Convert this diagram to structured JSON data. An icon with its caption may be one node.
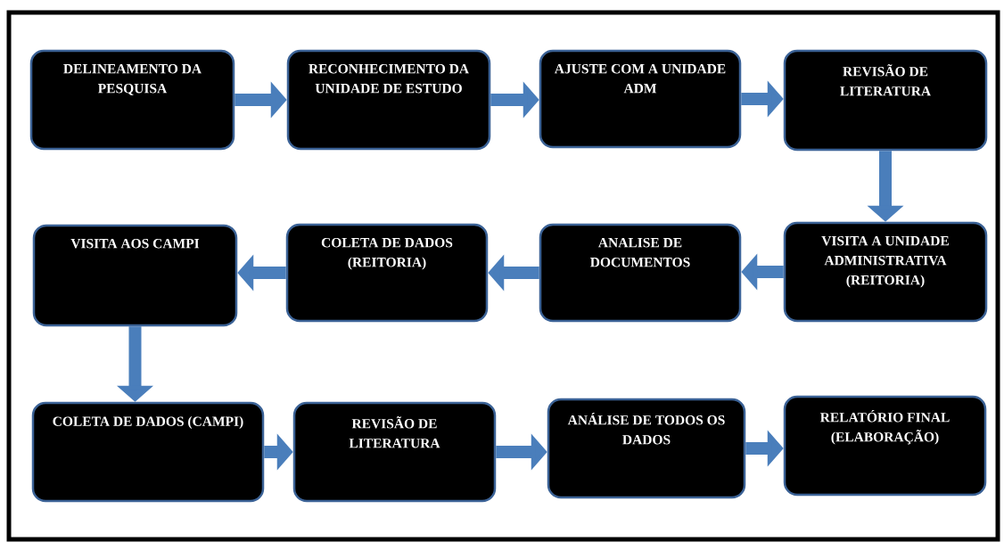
{
  "diagram": {
    "nodes": [
      {
        "text": [
          "DELINEAMENTO DA PESQUISA"
        ]
      },
      {
        "text": [
          "RECONHECIMENTO DA UNIDADE DE ESTUDO"
        ]
      },
      {
        "text": [
          "AJUSTE COM A UNIDADE ADM"
        ]
      },
      {
        "text": [
          "REVISÃO DE LITERATURA"
        ]
      },
      {
        "text": [
          "VISITA A UNIDADE ADMINISTRATIVA (REITORIA)"
        ]
      },
      {
        "text": [
          "ANALISE DE DOCUMENTOS"
        ]
      },
      {
        "text": [
          "COLETA DE DADOS (REITORIA)"
        ]
      },
      {
        "text": [
          "VISITA AOS CAMPI"
        ]
      },
      {
        "text": [
          "COLETA DE DADOS (CAMPI)"
        ]
      },
      {
        "text": [
          "REVISÃO DE LITERATURA"
        ]
      },
      {
        "text": [
          "ANÁLISE DE TODOS OS DADOS"
        ]
      },
      {
        "text": [
          "RELATÓRIO FINAL (ELABORAÇÃO)"
        ]
      }
    ],
    "edges": [
      {
        "from": 0,
        "to": 1,
        "arrow": "to"
      },
      {
        "from": 1,
        "to": 2,
        "arrow": "to"
      },
      {
        "from": 2,
        "to": 3,
        "arrow": "to"
      },
      {
        "from": 3,
        "to": 4,
        "arrow": "to"
      },
      {
        "from": 4,
        "to": 5,
        "arrow": "to"
      },
      {
        "from": 5,
        "to": 6,
        "arrow": "to"
      },
      {
        "from": 6,
        "to": 7,
        "arrow": "to"
      },
      {
        "from": 7,
        "to": 8,
        "arrow": "to"
      },
      {
        "from": 8,
        "to": 9,
        "arrow": "to"
      },
      {
        "from": 9,
        "to": 10,
        "arrow": "to"
      },
      {
        "from": 10,
        "to": 11,
        "arrow": "to"
      }
    ]
  }
}
